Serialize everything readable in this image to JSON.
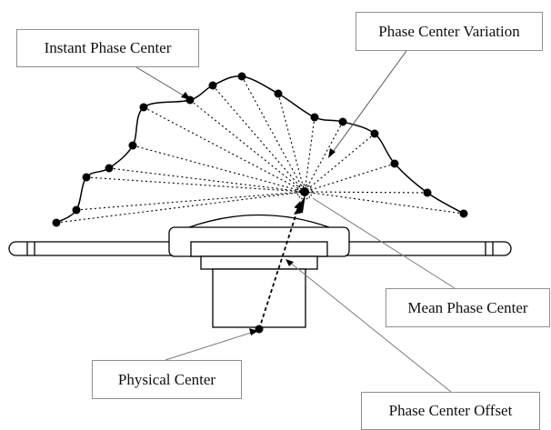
{
  "labels": {
    "instant_phase_center": "Instant Phase Center",
    "phase_center_variation": "Phase Center Variation",
    "mean_phase_center": "Mean Phase Center",
    "physical_center": "Physical Center",
    "phase_center_offset": "Phase Center Offset"
  },
  "colors": {
    "ink": "#000000",
    "leader": "#7a7a7a",
    "box_border": "#8f8f8f",
    "background": "#ffffff"
  }
}
